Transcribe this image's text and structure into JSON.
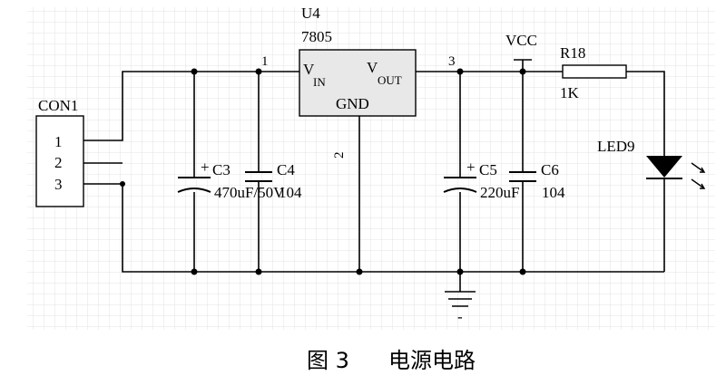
{
  "regulator": {
    "ref": "U4",
    "part": "7805",
    "vin_main": "V",
    "vin_sub": "IN",
    "vout_main": "V",
    "vout_sub": "OUT",
    "gnd": "GND",
    "pin_in": "1",
    "pin_out": "3",
    "pin_gnd": "2"
  },
  "connector": {
    "ref": "CON1",
    "pins": [
      "1",
      "2",
      "3"
    ]
  },
  "caps": {
    "c3": {
      "ref": "C3",
      "value": "470uF/50V",
      "polarity": "+"
    },
    "c4": {
      "ref": "C4",
      "value": "104"
    },
    "c5": {
      "ref": "C5",
      "value": "220uF",
      "polarity": "+"
    },
    "c6": {
      "ref": "C6",
      "value": "104"
    }
  },
  "vcc": "VCC",
  "resistor": {
    "ref": "R18",
    "value": "1K"
  },
  "led": {
    "ref": "LED9"
  },
  "ground_mark": "-",
  "caption": {
    "number": "图 3",
    "title": "电源电路"
  }
}
